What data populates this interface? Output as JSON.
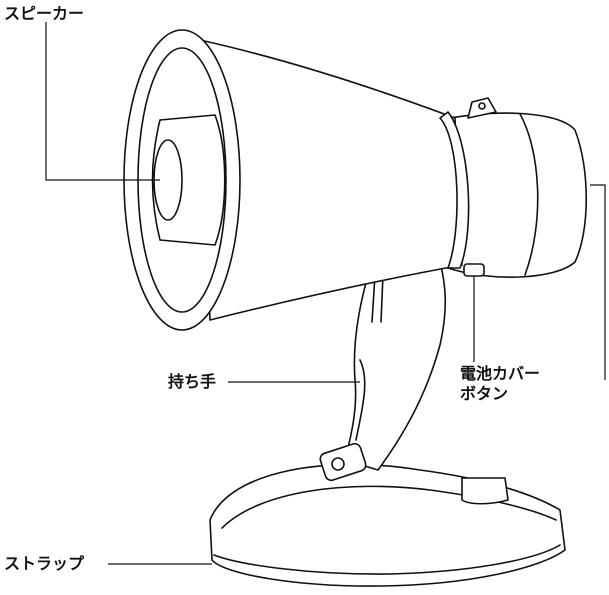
{
  "labels": {
    "speaker": "スピーカー",
    "handle": "持ち手",
    "battery_cover_button_line1": "電池カバー",
    "battery_cover_button_line2": "ボタン",
    "strap": "ストラップ"
  }
}
